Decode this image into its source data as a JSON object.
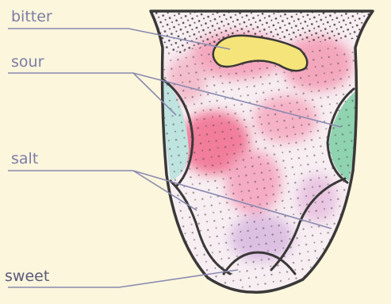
{
  "labels": {
    "bitter": "bitter",
    "sour": "sour",
    "salt": "salt",
    "sweet": "sweet"
  },
  "colors": {
    "background": "#fbf6dc",
    "label_text": "#7c7ca6",
    "leader_line": "#8a8ab0",
    "outline": "#3a3838",
    "bitter_region": "#f4e47a",
    "sour_region_left": "#bfe3df",
    "sour_region_right": "#8fd3b0",
    "pink_blotch": "#f07a9a",
    "lilac_wash": "#d8b8e0"
  }
}
